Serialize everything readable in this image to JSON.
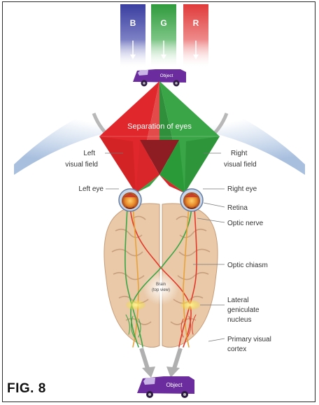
{
  "beams": [
    {
      "letter": "B",
      "color": "#3a3ea0"
    },
    {
      "letter": "G",
      "color": "#2f9a3c"
    },
    {
      "letter": "R",
      "color": "#e03a3a"
    }
  ],
  "object_label": "Object",
  "diagram_labels": {
    "separation": "Separation of eyes",
    "left_field_1": "Left",
    "left_field_2": "visual field",
    "right_field_1": "Right",
    "right_field_2": "visual field",
    "left_eye": "Left eye",
    "right_eye": "Right eye",
    "retina": "Retina",
    "optic_nerve": "Optic nerve",
    "optic_chiasm": "Optic chiasm",
    "lgn_1": "Lateral",
    "lgn_2": "geniculate",
    "lgn_3": "nucleus",
    "pvc_1": "Primary visual",
    "pvc_2": "cortex",
    "brain_1": "Brain",
    "brain_2": "(top view)"
  },
  "figure_label": "FIG. 8",
  "colors": {
    "blue": "#3a3ea0",
    "green": "#2f9a3c",
    "red": "#e03a3a",
    "van": "#6b2d9e",
    "brain": "#e9c9a8",
    "sky": "#b9cde6"
  }
}
